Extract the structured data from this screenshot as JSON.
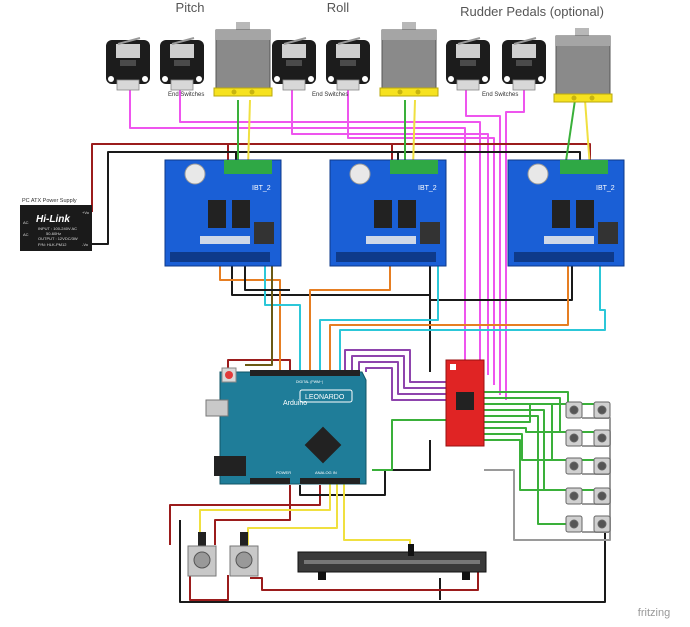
{
  "sections": {
    "pitch": "Pitch",
    "roll": "Roll",
    "rudder": "Rudder Pedals (optional)"
  },
  "end_switch_label": "End Switches",
  "driver_label": "IBT_2",
  "psu": {
    "caption": "PC ATX Power Supply",
    "brand": "Hi-Link",
    "line1": "INPUT : 100-240V AC",
    "line2": "50-60Hz",
    "line3": "OUTPUT : 12VDC/3W",
    "line4": "P/N: HLK-PM12",
    "ac1": "AC",
    "ac2": "AC",
    "vout_plus": "+Vo",
    "vout_minus": "-Vo"
  },
  "arduino": {
    "brand_line": "Arduino",
    "model": "LEONARDO",
    "power_header": "POWER",
    "analog_header": "ANALOG IN",
    "digital_header": "DIGITAL (PWM~)"
  },
  "watermark": "fritzing",
  "colors": {
    "board_blue": "#1a5fd6",
    "arduino_teal": "#1f7d99",
    "mux_red": "#e02424",
    "wire_magenta": "#ee55ee",
    "wire_darkred": "#9b1c1c",
    "wire_yellow": "#f0e040",
    "wire_green": "#3ab03a",
    "wire_cyan": "#2cc7d8",
    "wire_orange": "#e67e22",
    "wire_purple": "#8e44ad",
    "wire_gray": "#9a9a9a"
  }
}
